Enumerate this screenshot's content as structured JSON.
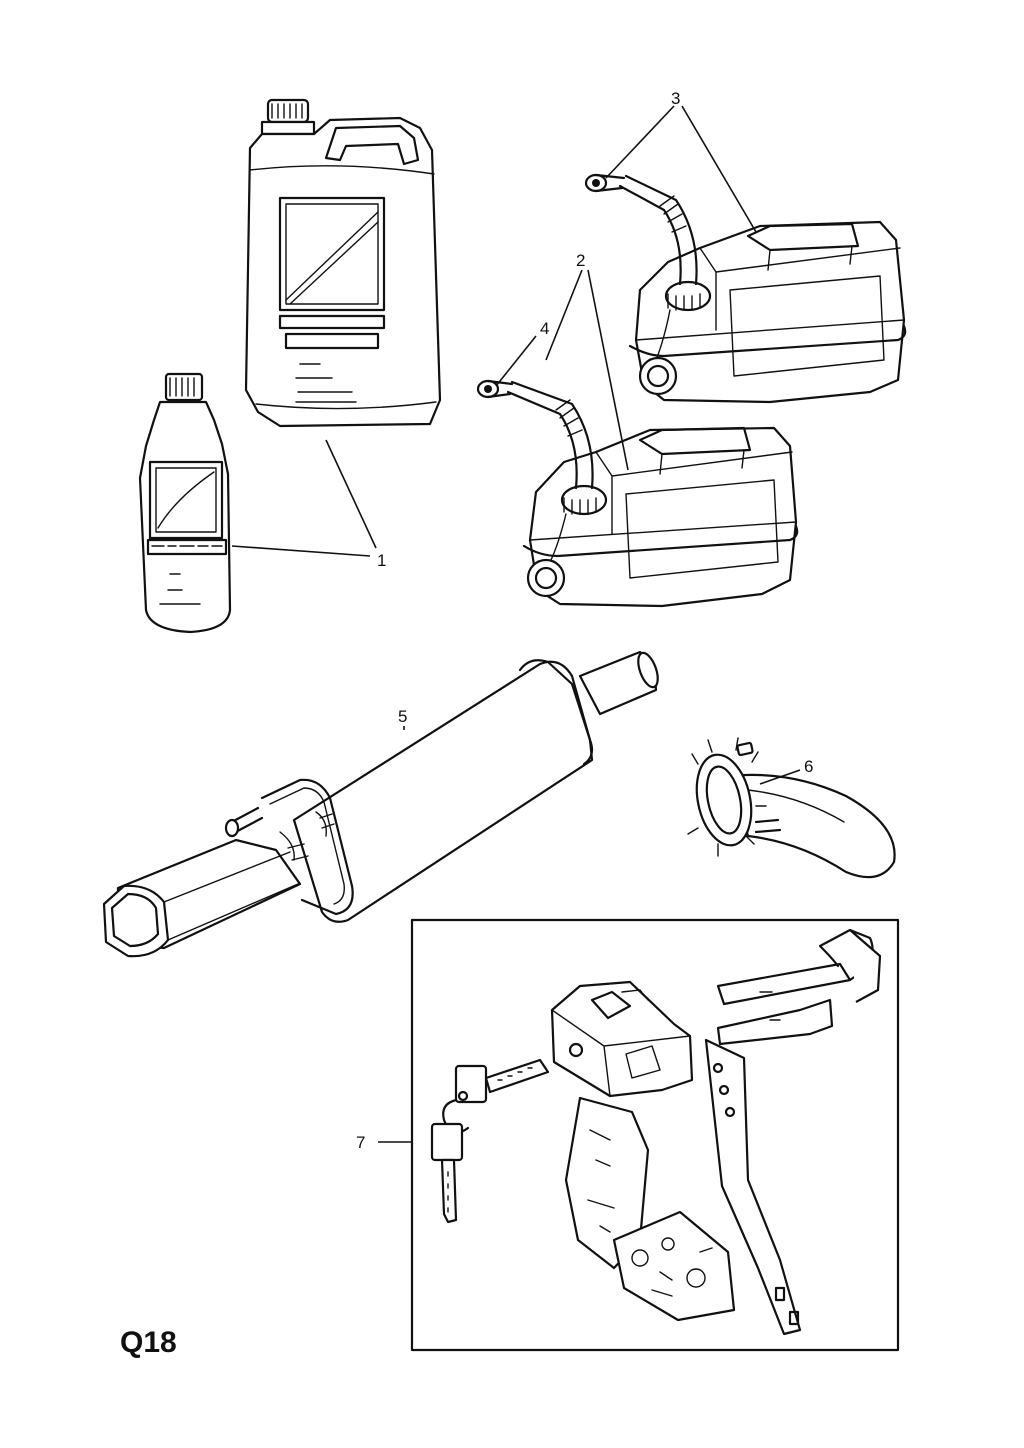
{
  "sheet_code": "Q18",
  "callouts": [
    "1",
    "2",
    "3",
    "4",
    "5",
    "6",
    "7"
  ]
}
